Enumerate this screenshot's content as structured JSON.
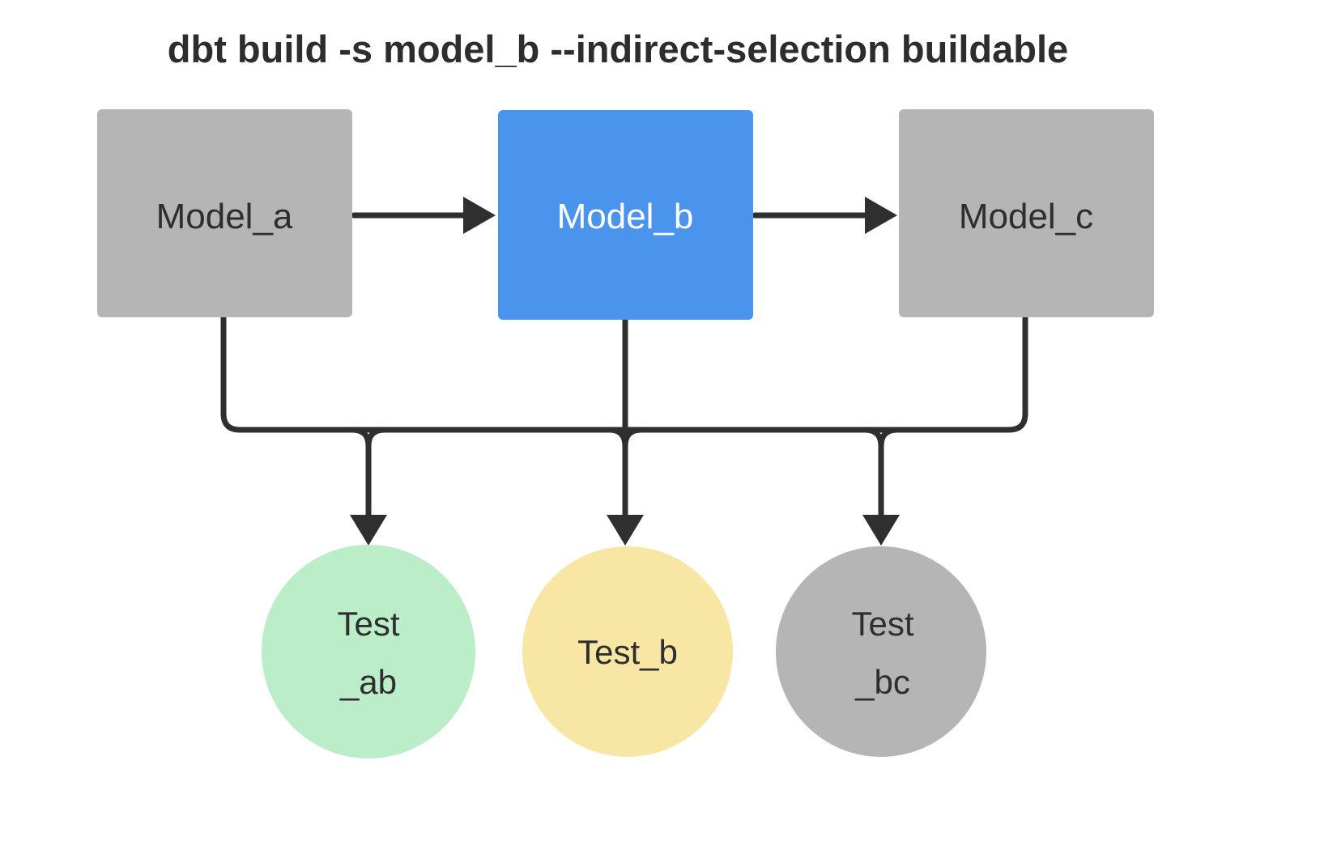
{
  "title": "dbt build -s model_b --indirect-selection buildable",
  "colors": {
    "background": "#ffffff",
    "edge": "#2f2f2f",
    "title_text": "#2d2d2d"
  },
  "nodes": {
    "model_a": {
      "type": "model",
      "label": "Model_a",
      "fill": "#b5b5b5",
      "text": "#2e2e2e",
      "selected": false
    },
    "model_b": {
      "type": "model",
      "label": "Model_b",
      "fill": "#4a94ee",
      "text": "#ffffff",
      "selected": true
    },
    "model_c": {
      "type": "model",
      "label": "Model_c",
      "fill": "#b5b5b5",
      "text": "#2e2e2e",
      "selected": false
    },
    "test_ab": {
      "type": "test",
      "line1": "Test",
      "line2": "_ab",
      "fill": "#bbedc9",
      "text": "#2e2e2e"
    },
    "test_b": {
      "type": "test",
      "label": "Test_b",
      "fill": "#f8e7a4",
      "text": "#2e2e2e"
    },
    "test_bc": {
      "type": "test",
      "line1": "Test",
      "line2": "_bc",
      "fill": "#b5b5b5",
      "text": "#2e2e2e"
    }
  },
  "edges": [
    {
      "from": "model_a",
      "to": "model_b"
    },
    {
      "from": "model_b",
      "to": "model_c"
    },
    {
      "from": "model_a",
      "to": "test_ab"
    },
    {
      "from": "model_b",
      "to": "test_ab"
    },
    {
      "from": "model_b",
      "to": "test_b"
    },
    {
      "from": "model_b",
      "to": "test_bc"
    },
    {
      "from": "model_c",
      "to": "test_bc"
    }
  ]
}
